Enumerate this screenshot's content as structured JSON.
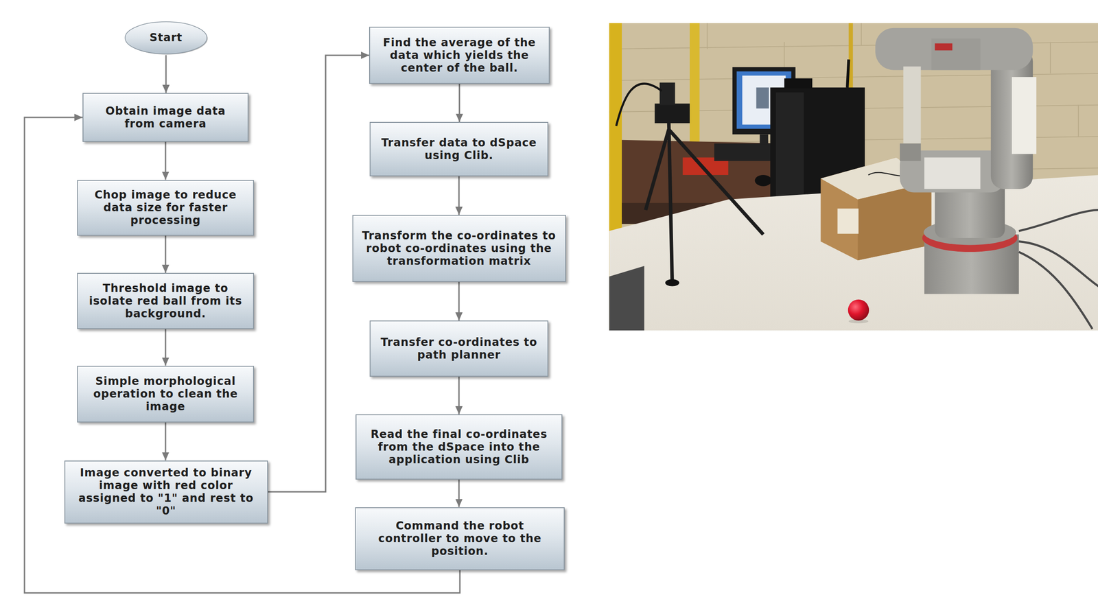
{
  "diagram": {
    "nodes": [
      {
        "text": [
          "Start"
        ]
      },
      {
        "text": [
          "Obtain image data from camera"
        ]
      },
      {
        "text": [
          "Chop image to reduce data size for faster processing"
        ]
      },
      {
        "text": [
          "Threshold image to isolate red ball from its background."
        ]
      },
      {
        "text": [
          "Simple morphological operation to clean the image"
        ]
      },
      {
        "text": [
          "Image converted to binary image with red color assigned to \"1\" and rest to \"0\""
        ]
      },
      {
        "text": [
          "Find the average of the data which yields the center of the ball."
        ]
      },
      {
        "text": [
          "Transfer data to dSpace using Clib."
        ]
      },
      {
        "text": [
          "Transform the co-ordinates to robot co-ordinates using the transformation matrix"
        ]
      },
      {
        "text": [
          "Transfer co-ordinates to path planner"
        ]
      },
      {
        "text": [
          "Read the final co-ordinates from the dSpace into the application using Clib"
        ]
      },
      {
        "text": [
          "Command the robot controller to move to the position."
        ]
      }
    ],
    "edges": [
      {
        "from": 0,
        "to": 1,
        "arrow": "to"
      },
      {
        "from": 1,
        "to": 2,
        "arrow": "to"
      },
      {
        "from": 2,
        "to": 3,
        "arrow": "to"
      },
      {
        "from": 3,
        "to": 4,
        "arrow": "to"
      },
      {
        "from": 4,
        "to": 5,
        "arrow": "to"
      },
      {
        "from": 5,
        "to": 6,
        "arrow": "to"
      },
      {
        "from": 6,
        "to": 7,
        "arrow": "to"
      },
      {
        "from": 7,
        "to": 8,
        "arrow": "to"
      },
      {
        "from": 8,
        "to": 9,
        "arrow": "to"
      },
      {
        "from": 9,
        "to": 10,
        "arrow": "to"
      },
      {
        "from": 10,
        "to": 11,
        "arrow": "to"
      },
      {
        "from": 11,
        "to": 1,
        "arrow": "to"
      }
    ]
  }
}
